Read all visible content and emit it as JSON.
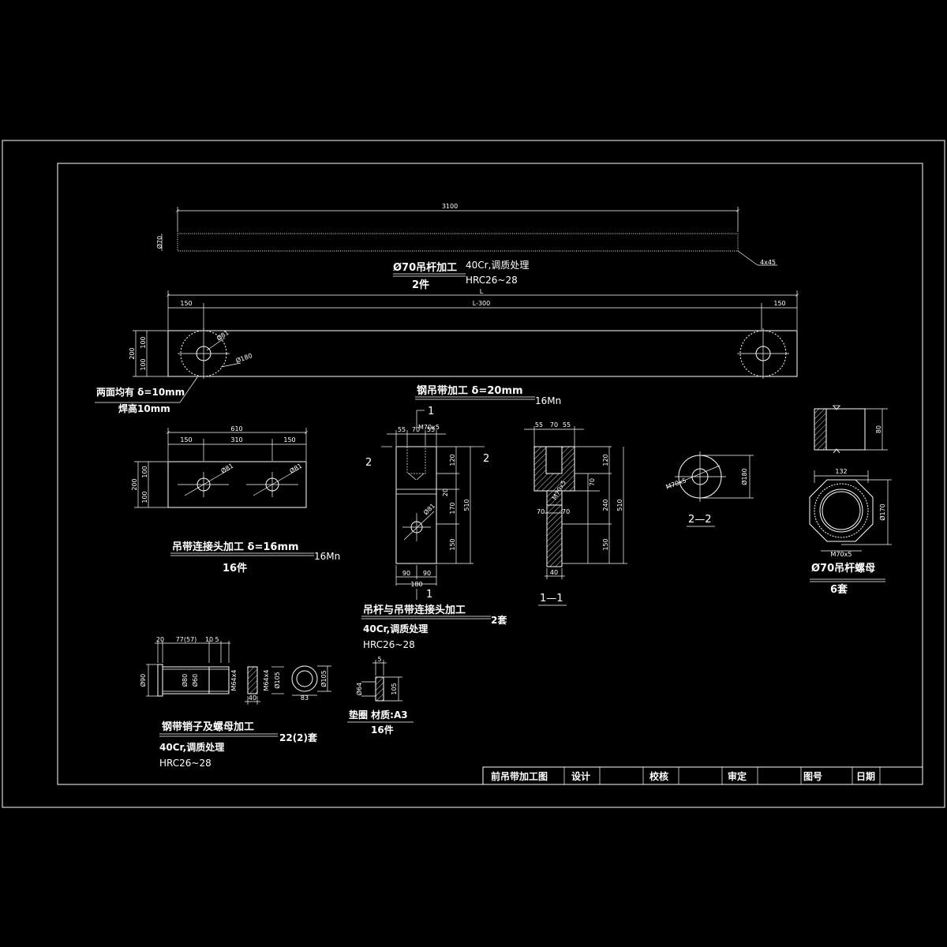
{
  "rod": {
    "length": "3100",
    "dia": "Ø70",
    "title": "Ø70吊杆加工",
    "material": "40Cr,调质处理",
    "count": "2件",
    "hardness": "HRC26~28",
    "chamfer": "4x45"
  },
  "strap": {
    "dim_L": "L",
    "dim_end1": "150",
    "dim_mid": "L-300",
    "dim_end2": "150",
    "dim_h": "200",
    "dim_h1": "100",
    "dim_h2": "100",
    "hole": "Ø81",
    "circle": "Ø180",
    "weld_note": "两面均有  δ=10mm",
    "weld_h": "焊高10mm",
    "title": "钢吊带加工  δ=20mm",
    "material": "16Mn"
  },
  "joint": {
    "dim_total": "610",
    "dim_a": "150",
    "dim_b": "310",
    "dim_c": "150",
    "dim_h": "200",
    "dim_h1": "100",
    "dim_h2": "100",
    "hole1": "Ø81",
    "hole2": "Ø81",
    "title": "吊带连接头加工  δ=16mm",
    "material": "16Mn",
    "count": "16件"
  },
  "connector": {
    "sec_mark": "1",
    "sec_mark2": "2",
    "top_a": "55",
    "top_b": "70",
    "top_c": "55",
    "thread": "M70x5",
    "d_120": "120",
    "d_20": "20",
    "d_170": "170",
    "d_150": "150",
    "d_510": "510",
    "hole": "Ø81",
    "bot_a": "90",
    "bot_b": "90",
    "bot_total": "180",
    "title": "吊杆与吊带连接头加工",
    "count": "2套",
    "material": "40Cr,调质处理",
    "hardness": "HRC26~28"
  },
  "section11": {
    "top_a": "55",
    "top_b": "70",
    "top_c": "55",
    "thread": "M70x5",
    "d_120": "120",
    "d_70": "70",
    "d_240": "240",
    "d_150": "150",
    "d_510": "510",
    "w_70a": "70",
    "w_70b": "70",
    "w_40": "40",
    "label": "1—1"
  },
  "section22": {
    "thread": "M70x5",
    "dia": "Ø180",
    "label": "2—2"
  },
  "nut": {
    "height": "80",
    "top": "132",
    "dia": "Ø170",
    "thread": "M70x5",
    "title": "Ø70吊杆螺母",
    "count": "6套"
  },
  "pin": {
    "d_20": "20",
    "d_77": "77(57)",
    "d_10": "10",
    "d_5": "5",
    "dia_90": "Ø90",
    "dia_80": "Ø80",
    "dia_60": "Ø60",
    "thread": "M64x4",
    "nut_thread": "M64x4",
    "nut_dia": "Ø105",
    "nut_w": "40",
    "ring_w": "83",
    "ring_dia": "Ø105",
    "title": "钢带销子及螺母加工",
    "count": "22(2)套",
    "material": "40Cr,调质处理",
    "hardness": "HRC26~28"
  },
  "washer": {
    "t": "5",
    "d1": "Ø64",
    "d2": "105",
    "title": "垫圈  材质:A3",
    "count": "16件"
  },
  "title_block": {
    "name": "前吊带加工图",
    "design": "设计",
    "check": "校核",
    "approve": "审定",
    "drawing_no": "图号",
    "date": "日期"
  }
}
